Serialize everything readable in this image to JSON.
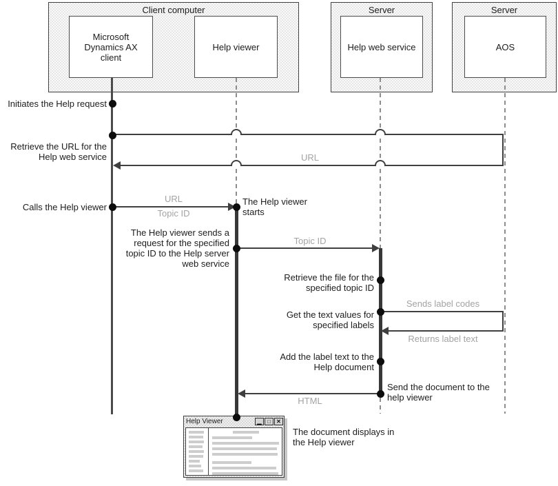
{
  "containers": {
    "client": {
      "title": "Client computer",
      "node_ms_client": "Microsoft\nDynamics AX\nclient",
      "node_help_viewer": "Help viewer"
    },
    "server1": {
      "title": "Server",
      "node": "Help web service"
    },
    "server2": {
      "title": "Server",
      "node": "AOS"
    }
  },
  "steps": {
    "initiates": "Initiates the Help request",
    "retrieve_url": "Retrieve the URL for the\nHelp web service",
    "calls_viewer": "Calls the Help viewer",
    "viewer_starts": "The Help viewer\nstarts",
    "viewer_sends": "The Help viewer sends a\nrequest for the specified\ntopic ID to the Help server\nweb service",
    "retrieve_file": "Retrieve the file for the\nspecified topic ID",
    "get_text": "Get the text values for\nspecified labels",
    "add_label": "Add the label text to the\nHelp document",
    "send_doc": "Send the document to the\nhelp viewer",
    "doc_displays": "The document displays in\nthe Help viewer"
  },
  "messages": {
    "url_return": "URL",
    "call_url": "URL",
    "call_topic_id": "Topic ID",
    "topic_id": "Topic ID",
    "sends_label_codes": "Sends label codes",
    "returns_label_text": "Returns label text",
    "html": "HTML"
  },
  "help_viewer_window": {
    "title": "Help Viewer",
    "icons": {
      "minimize": "▁",
      "maximize": "□",
      "close": "✕"
    }
  },
  "colors": {
    "line": "#3f3f3f",
    "lifeline": "#8c8c8c",
    "muted_label": "#a3a3a3",
    "container_fill": "#ebebeb",
    "node_fill": "#ffffff",
    "text": "#1c1c1c"
  }
}
